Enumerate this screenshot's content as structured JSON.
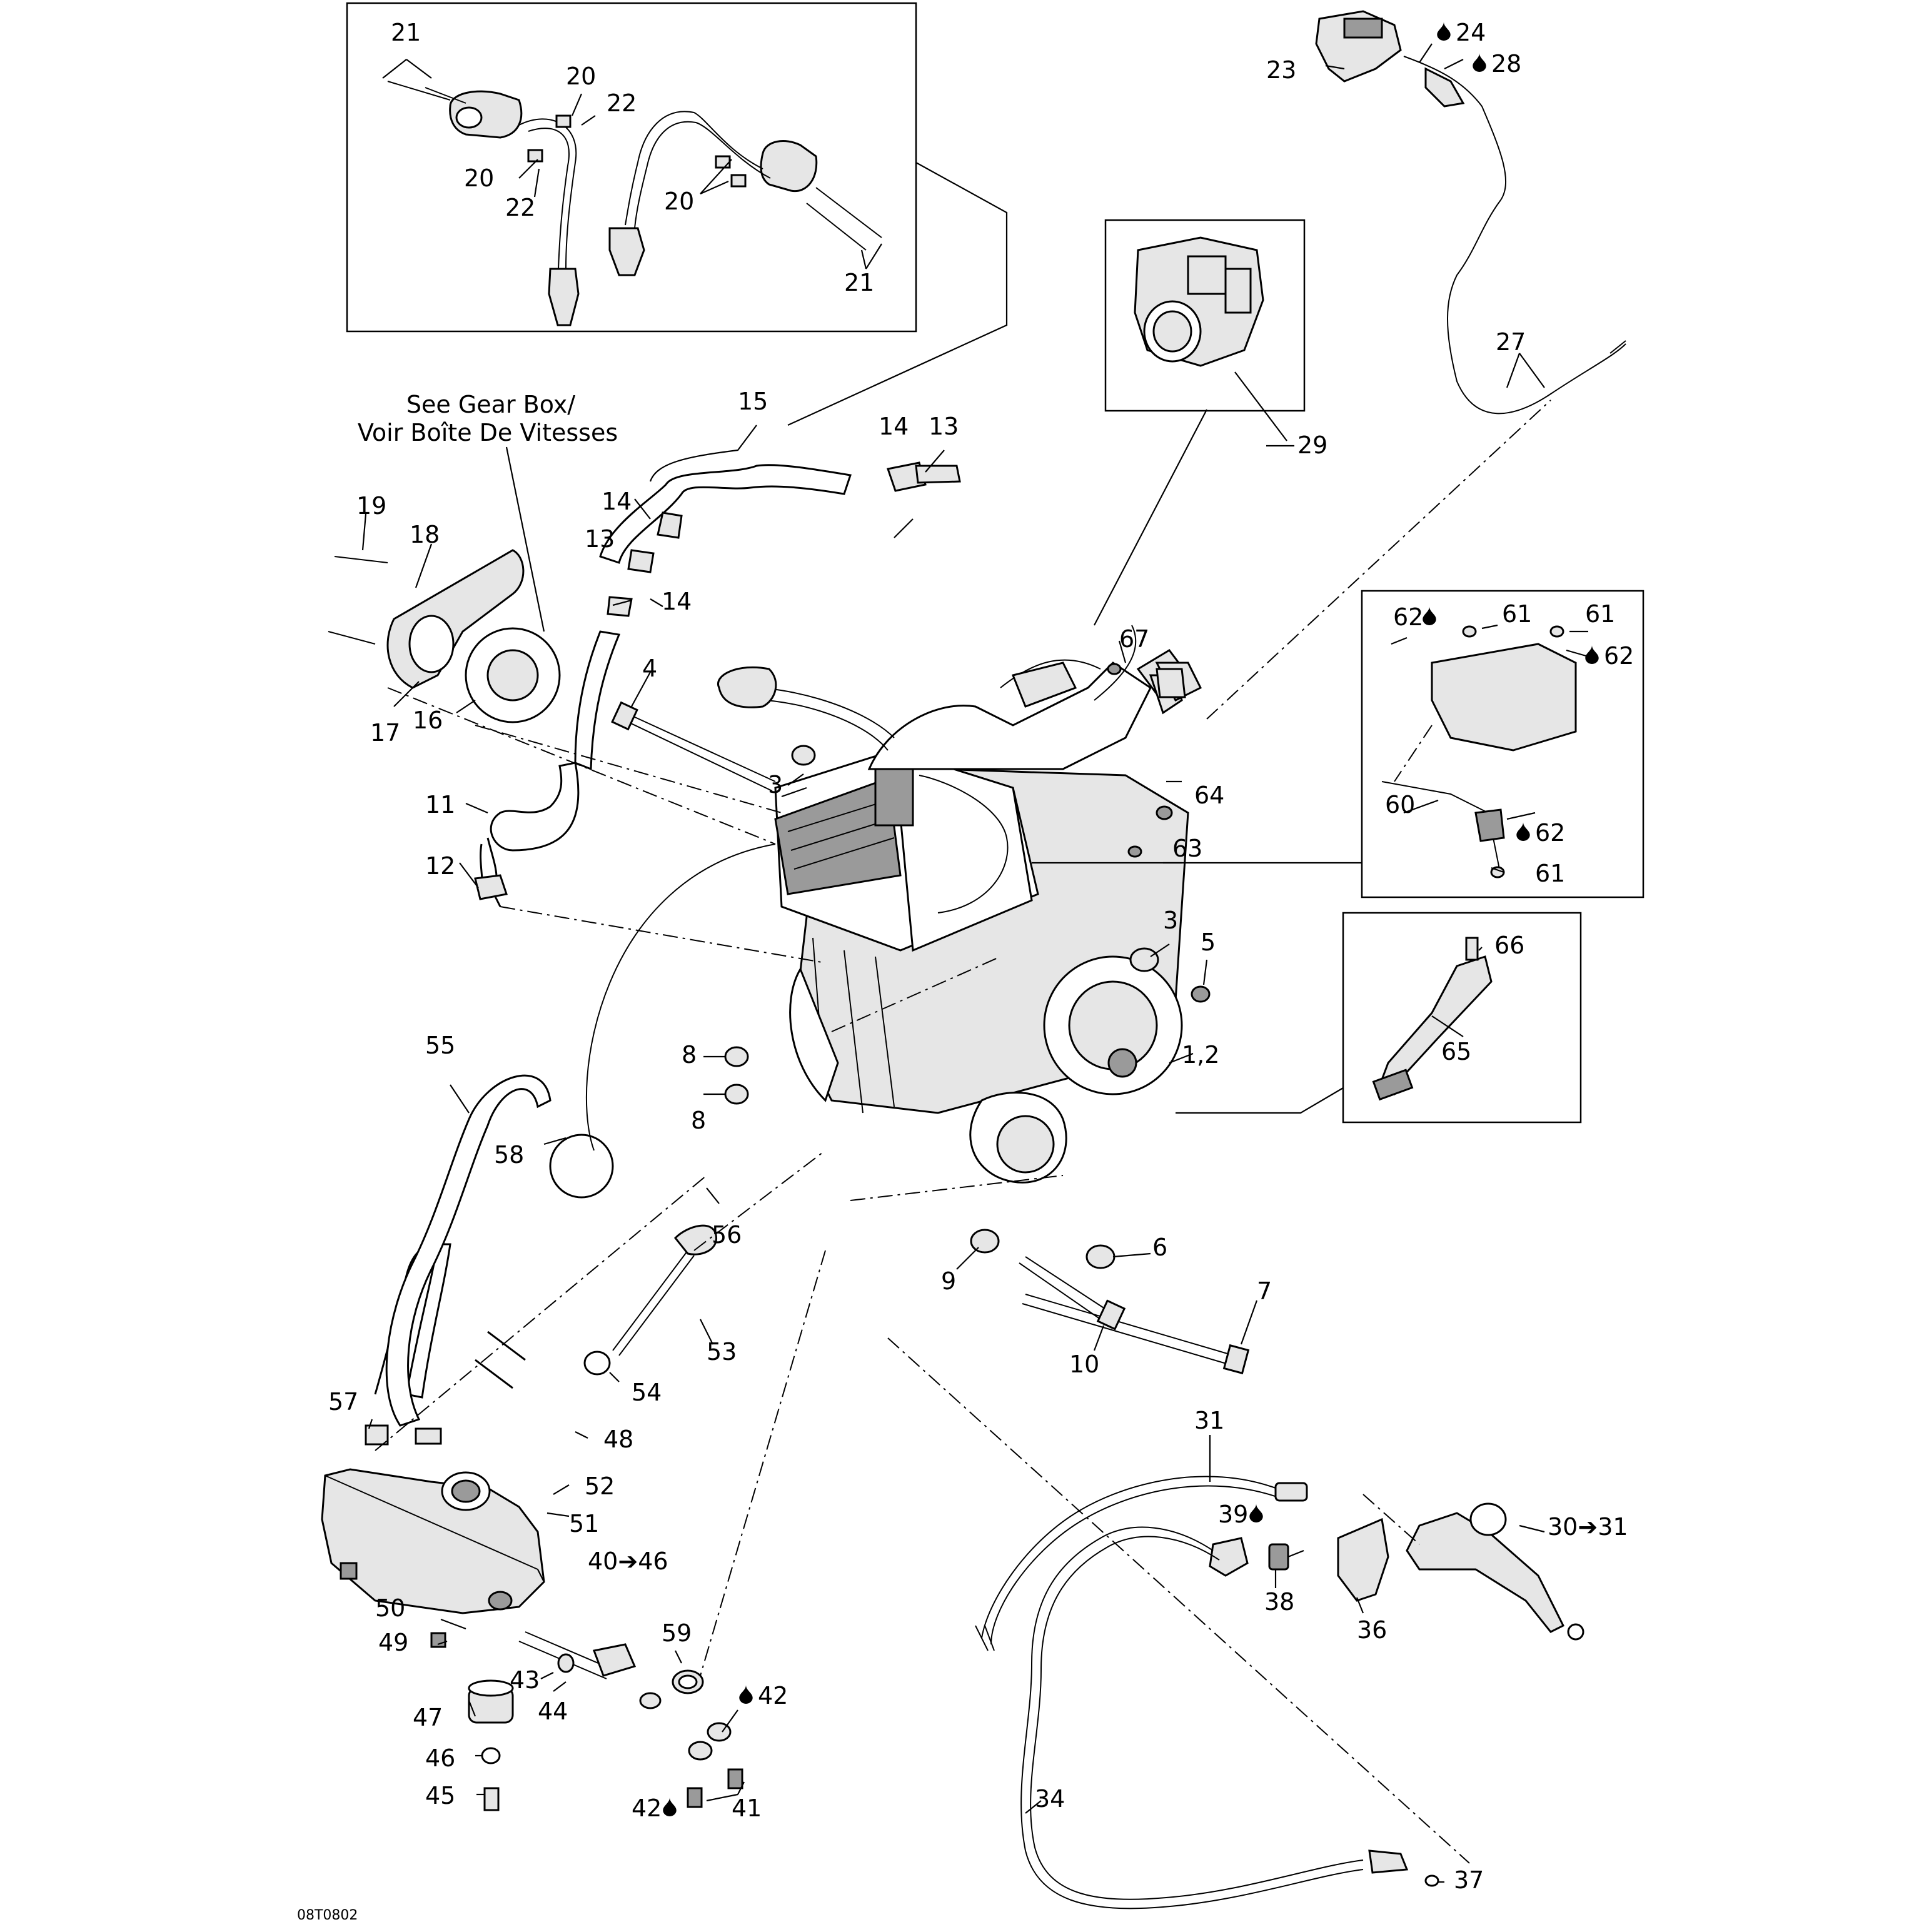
{
  "diagram": {
    "note_gearbox": [
      "See Gear Box/",
      "Voir Boîte De Vitesses"
    ],
    "drawing_code": "08T0802",
    "labels": {
      "l1_2": "1,2",
      "l3a": "3",
      "l3b": "3",
      "l4": "4",
      "l5": "5",
      "l6": "6",
      "l7": "7",
      "l8a": "8",
      "l8b": "8",
      "l9": "9",
      "l10": "10",
      "l11": "11",
      "l12": "12",
      "l13a": "13",
      "l13b": "13",
      "l14a": "14",
      "l14b": "14",
      "l14c": "14",
      "l15": "15",
      "l16": "16",
      "l17": "17",
      "l18": "18",
      "l19": "19",
      "l20a": "20",
      "l20b": "20",
      "l20c": "20",
      "l21a": "21",
      "l21b": "21",
      "l22a": "22",
      "l22b": "22",
      "l23": "23",
      "l24": "24",
      "l27": "27",
      "l28": "28",
      "l29": "29",
      "l30_31": "30➔31",
      "l31": "31",
      "l34": "34",
      "l36": "36",
      "l37": "37",
      "l38": "38",
      "l39": "39",
      "l40_46": "40➔46",
      "l41": "41",
      "l42a": "42",
      "l42b": "42",
      "l43": "43",
      "l44": "44",
      "l45": "45",
      "l46": "46",
      "l47": "47",
      "l48": "48",
      "l49": "49",
      "l50": "50",
      "l51": "51",
      "l52": "52",
      "l53": "53",
      "l54": "54",
      "l55": "55",
      "l56": "56",
      "l57": "57",
      "l58": "58",
      "l59": "59",
      "l60": "60",
      "l61a": "61",
      "l61b": "61",
      "l61c": "61",
      "l62a": "62",
      "l62b": "62",
      "l62c": "62",
      "l63": "63",
      "l64": "64",
      "l65": "65",
      "l66": "66",
      "l67": "67"
    },
    "icons": [
      "oil-drop-icon"
    ]
  }
}
